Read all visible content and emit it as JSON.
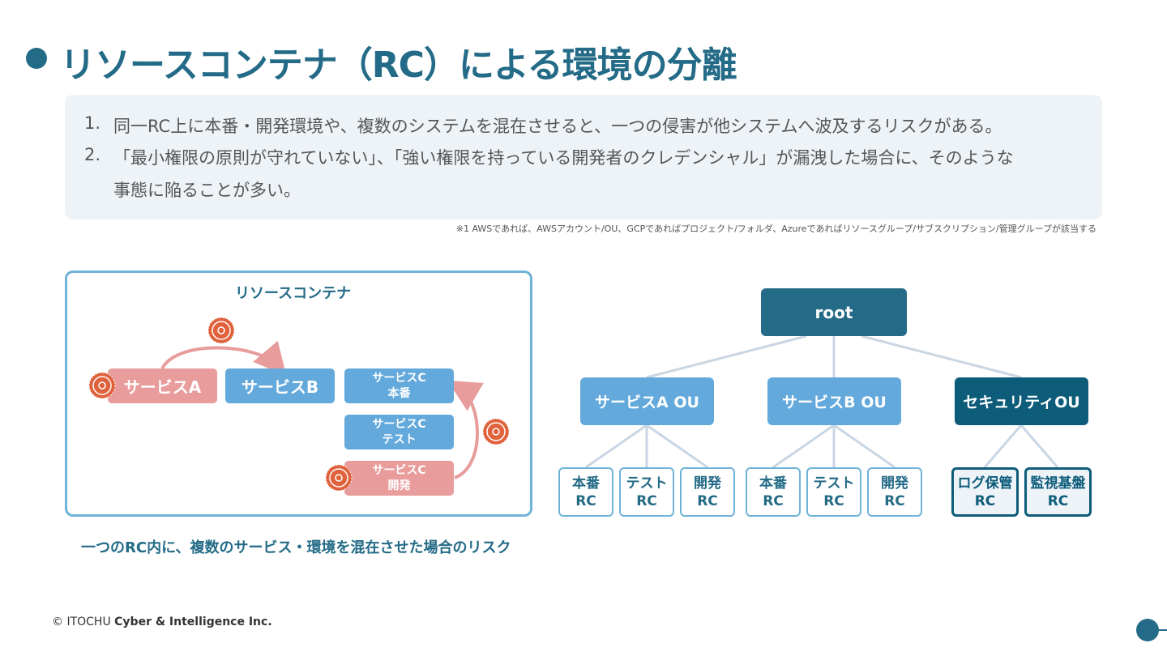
{
  "title": "リソースコンテナ（RC）による環境の分離",
  "points": [
    {
      "num": "1.",
      "lines": [
        "同一RC上に本番・開発環境や、複数のシステムを混在させると、一つの侵害が他システムへ波及するリスクがある。"
      ]
    },
    {
      "num": "2.",
      "lines": [
        "「最小権限の原則が守れていない」、「強い権限を持っている開発者のクレデンシャル」が漏洩した場合に、そのような",
        "事態に陥ることが多い。"
      ]
    }
  ],
  "footnote": "※1 AWSであれば、AWSアカウント/OU、GCPであればプロジェクト/フォルダ、Azureであればリソースグループ/サブスクリプション/管理グループが該当する",
  "left_diagram": {
    "title": "リソースコンテナ",
    "service_a": "サービスA",
    "service_b": "サービスB",
    "service_c_prod": [
      "サービスC",
      "本番"
    ],
    "service_c_test": [
      "サービスC",
      "テスト"
    ],
    "service_c_dev": [
      "サービスC",
      "開発"
    ],
    "caption": "一つのRC内に、複数のサービス・環境を混在させた場合のリスク",
    "icon": "virus-icon",
    "colors": {
      "compromised": "#e89c9c",
      "normal": "#63a9dc",
      "virus": "#e0623c"
    }
  },
  "tree": {
    "root": "root",
    "ous": [
      "サービスA OU",
      "サービスB OU",
      "セキュリティOU"
    ],
    "leaves_a": [
      [
        "本番",
        "RC"
      ],
      [
        "テスト",
        "RC"
      ],
      [
        "開発",
        "RC"
      ]
    ],
    "leaves_b": [
      [
        "本番",
        "RC"
      ],
      [
        "テスト",
        "RC"
      ],
      [
        "開発",
        "RC"
      ]
    ],
    "leaves_sec": [
      [
        "ログ保管",
        "RC"
      ],
      [
        "監視基盤",
        "RC"
      ]
    ],
    "colors": {
      "root": "#246b87",
      "ou": "#63a9dc",
      "security": "#0d5c7a",
      "line": "#c9d6e3"
    }
  },
  "footer": {
    "copyright_prefix": "© ITOCHU ",
    "copyright_brand": "Cyber & Intelligence Inc."
  }
}
